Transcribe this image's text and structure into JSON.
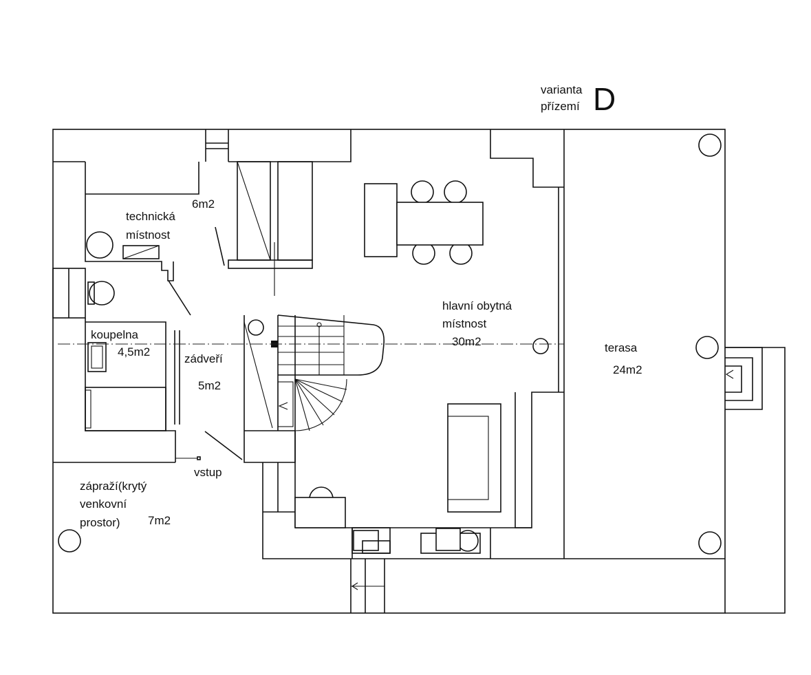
{
  "header": {
    "variant_word": "varianta",
    "floor_word": "přízemí",
    "variant_letter": "D"
  },
  "rooms": {
    "tech_name_1": "technická",
    "tech_name_2": "místnost",
    "tech_area": "6m2",
    "bath_name": "koupelna",
    "bath_area": "4,5m2",
    "hall_name": "zádveří",
    "hall_area": "5m2",
    "entry": "vstup",
    "porch_1": "zápraží(krytý",
    "porch_2": "venkovní",
    "porch_3": "prostor)",
    "porch_area": "7m2",
    "living_1": "hlavní obytná",
    "living_2": "místnost",
    "living_area": "30m2",
    "terrace_name": "terasa",
    "terrace_area": "24m2"
  }
}
